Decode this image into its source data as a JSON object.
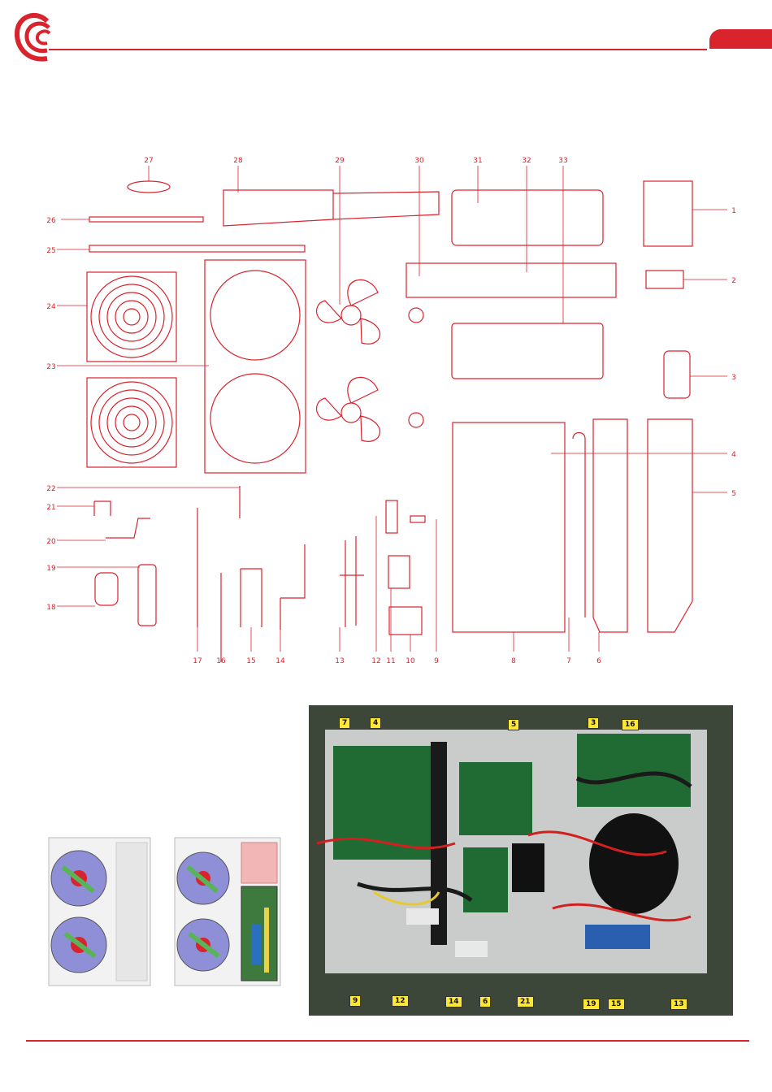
{
  "colors": {
    "brand": "#d9232d",
    "tag_bg": "#ffe833",
    "photo_bg": "#3d4739"
  },
  "icons": {
    "logo": "swirl-logo-icon"
  },
  "exploded_view": {
    "callouts": [
      {
        "id": "c1",
        "label": "1"
      },
      {
        "id": "c2",
        "label": "2"
      },
      {
        "id": "c3",
        "label": "3"
      },
      {
        "id": "c4",
        "label": "4"
      },
      {
        "id": "c5",
        "label": "5"
      },
      {
        "id": "c6",
        "label": "6"
      },
      {
        "id": "c7",
        "label": "7"
      },
      {
        "id": "c8",
        "label": "8"
      },
      {
        "id": "c9",
        "label": "9"
      },
      {
        "id": "c10",
        "label": "10"
      },
      {
        "id": "c11",
        "label": "11"
      },
      {
        "id": "c12",
        "label": "12"
      },
      {
        "id": "c13",
        "label": "13"
      },
      {
        "id": "c14",
        "label": "14"
      },
      {
        "id": "c15",
        "label": "15"
      },
      {
        "id": "c16",
        "label": "16"
      },
      {
        "id": "c17",
        "label": "17"
      },
      {
        "id": "c18",
        "label": "18"
      },
      {
        "id": "c19",
        "label": "19"
      },
      {
        "id": "c20",
        "label": "20"
      },
      {
        "id": "c21",
        "label": "21"
      },
      {
        "id": "c22",
        "label": "22"
      },
      {
        "id": "c23",
        "label": "23"
      },
      {
        "id": "c24",
        "label": "24"
      },
      {
        "id": "c25",
        "label": "25"
      },
      {
        "id": "c26",
        "label": "26"
      },
      {
        "id": "c27",
        "label": "27"
      },
      {
        "id": "c28",
        "label": "28"
      },
      {
        "id": "c29",
        "label": "29"
      },
      {
        "id": "c30",
        "label": "30"
      },
      {
        "id": "c31",
        "label": "31"
      },
      {
        "id": "c32",
        "label": "32"
      },
      {
        "id": "c33",
        "label": "33"
      }
    ]
  },
  "board_photo": {
    "tags": [
      "7",
      "4",
      "5",
      "3",
      "16",
      "9",
      "12",
      "14",
      "6",
      "21",
      "19",
      "15",
      "13"
    ]
  }
}
